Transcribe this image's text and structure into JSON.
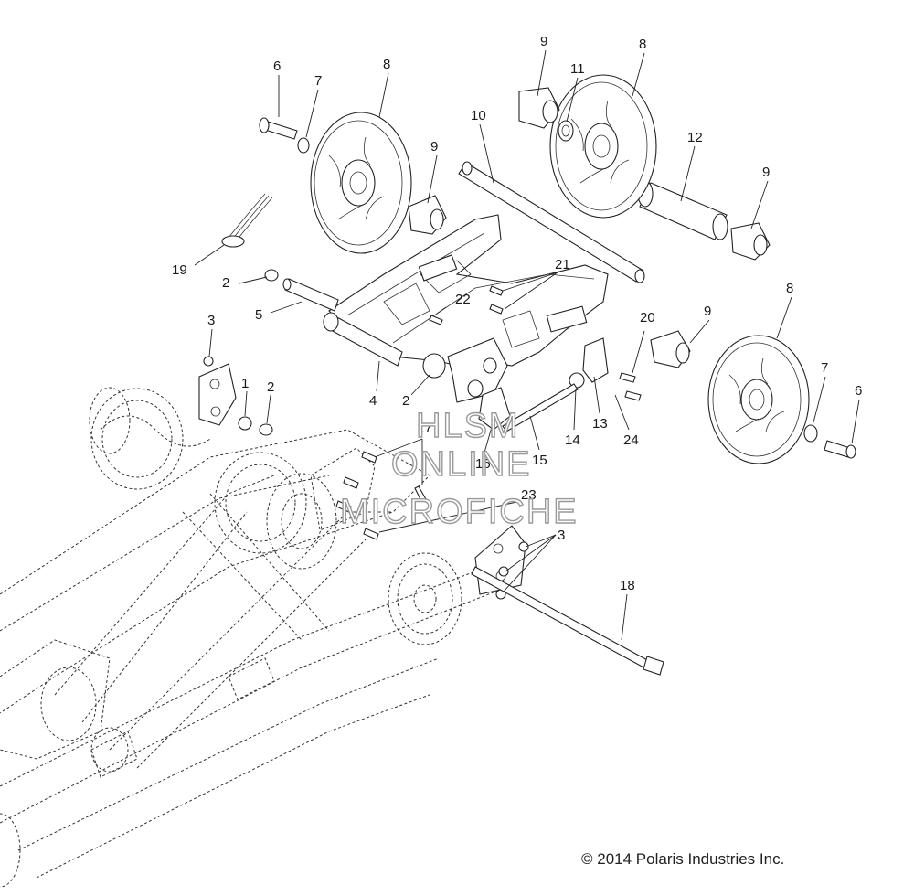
{
  "copyright": "© 2014 Polaris Industries Inc.",
  "watermark": {
    "line1": "HLSM",
    "line2": "ONLINE",
    "line3": "MICROFICHE"
  },
  "callouts": [
    "1",
    "2",
    "2",
    "2",
    "3",
    "3",
    "4",
    "5",
    "6",
    "6",
    "7",
    "7",
    "8",
    "8",
    "8",
    "9",
    "9",
    "9",
    "9",
    "10",
    "11",
    "12",
    "13",
    "14",
    "15",
    "16",
    "17",
    "18",
    "19",
    "20",
    "21",
    "22",
    "23",
    "24"
  ]
}
